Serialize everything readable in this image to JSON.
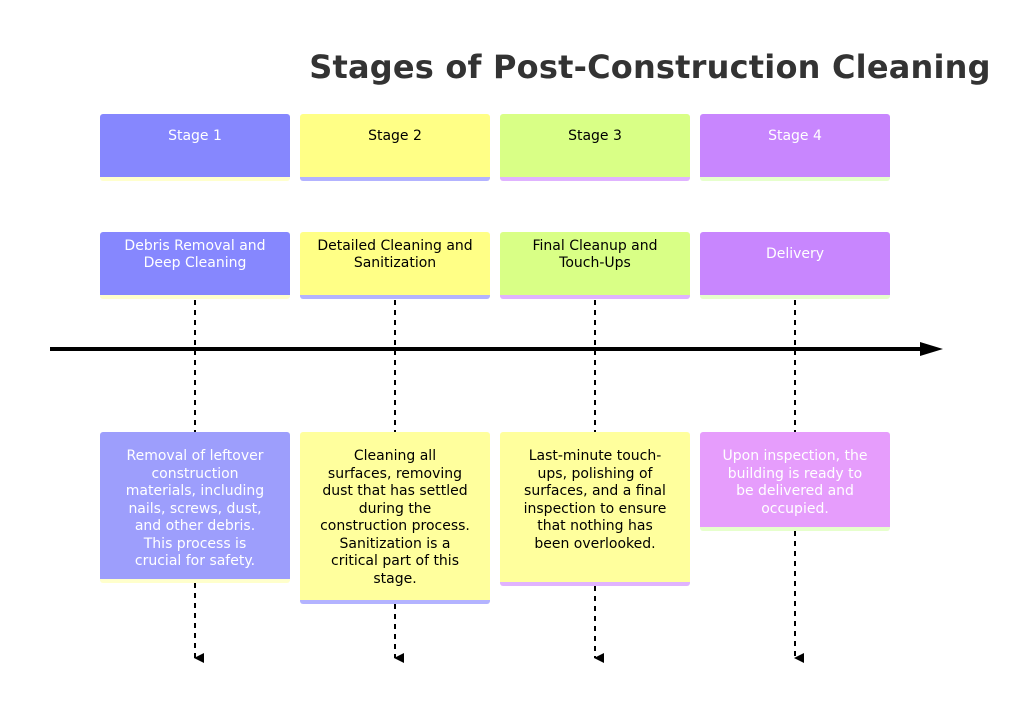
{
  "title": "Stages of Post-Construction Cleaning",
  "sections": [
    {
      "label": "Stage 1",
      "task": "Debris Removal and Deep Cleaning",
      "event": "Removal of leftover construction materials, including nails, screws, dust, and other debris. This process is crucial for safety.",
      "color": "#8687fe",
      "event_color": "#9d9efc",
      "text_color": "#ffffff",
      "accent": "#ffffcc"
    },
    {
      "label": "Stage 2",
      "task": "Detailed Cleaning and Sanitization",
      "event": "Cleaning all surfaces, removing dust that has settled during the construction process. Sanitization is a critical part of this stage.",
      "color": "#ffff86",
      "event_color": "#ffff9d",
      "text_color": "#000000",
      "accent": "#b3b3ff"
    },
    {
      "label": "Stage 3",
      "task": "Final Cleanup and Touch-Ups",
      "event": "Last-minute touch-ups, polishing of surfaces, and a final inspection to ensure that nothing has been overlooked.",
      "color": "#d9ff86",
      "event_color": "#ffff9d",
      "text_color": "#000000",
      "accent": "#e0b3ff"
    },
    {
      "label": "Stage 4",
      "task": "Delivery",
      "event": "Upon inspection, the building is ready to be delivered and occupied.",
      "color": "#c886fe",
      "event_color": "#e69dfc",
      "text_color": "#ffffff",
      "accent": "#e6ffcc"
    }
  ]
}
